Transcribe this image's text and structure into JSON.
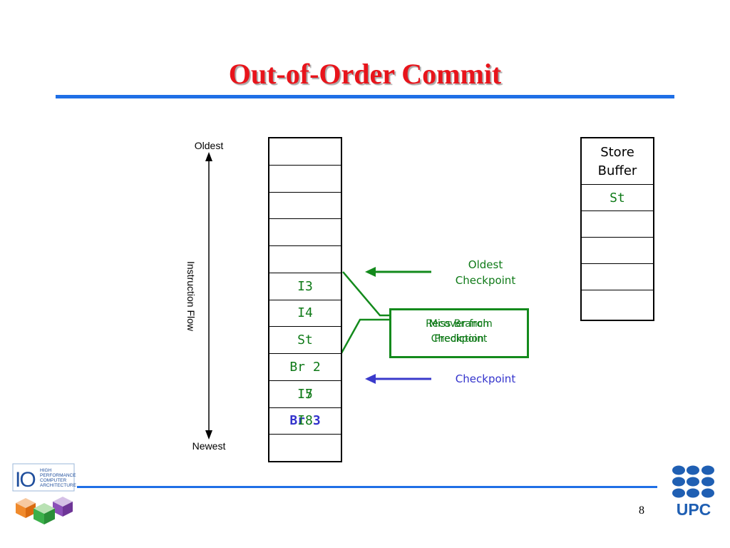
{
  "slide": {
    "title": "Out-of-Order Commit",
    "page_number": "8"
  },
  "instruction_flow": {
    "oldest_label": "Oldest",
    "newest_label": "Newest",
    "axis_label": "Instruction Flow"
  },
  "rob": {
    "rows": [
      [],
      [],
      [],
      [],
      [],
      [
        "I3"
      ],
      [
        "I4"
      ],
      [
        "St"
      ],
      [
        "Br 2"
      ],
      [
        "I7",
        "I5"
      ],
      [
        "Br 3",
        "I8"
      ],
      []
    ]
  },
  "store_buffer": {
    "header": [
      "Store",
      "Buffer"
    ],
    "rows": [
      "St",
      "",
      "",
      "",
      ""
    ]
  },
  "annotations": {
    "oldest_checkpoint": [
      "Oldest",
      "Checkpoint"
    ],
    "checkpoint": "Checkpoint",
    "box_layer_1": [
      "Recover from",
      "Checkpoint"
    ],
    "box_layer_2": [
      "Miss Branch",
      "Prediction"
    ]
  },
  "logos": {
    "left": {
      "mark": "IO",
      "lines": [
        "HIGH",
        "PERFORMANCE",
        "COMPUTER",
        "ARCHITECTURE"
      ]
    },
    "right": {
      "text": "UPC"
    }
  },
  "colors": {
    "title": "#e8141b",
    "rule": "#1f6fe6",
    "green": "#0f7a18",
    "blue": "#3333cc"
  }
}
